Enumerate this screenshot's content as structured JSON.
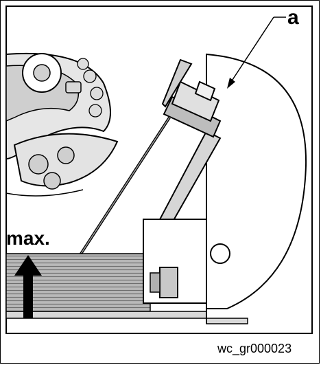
{
  "figure": {
    "callout_label": "a",
    "level_label": "max.",
    "figure_code": "wc_gr000023"
  }
}
